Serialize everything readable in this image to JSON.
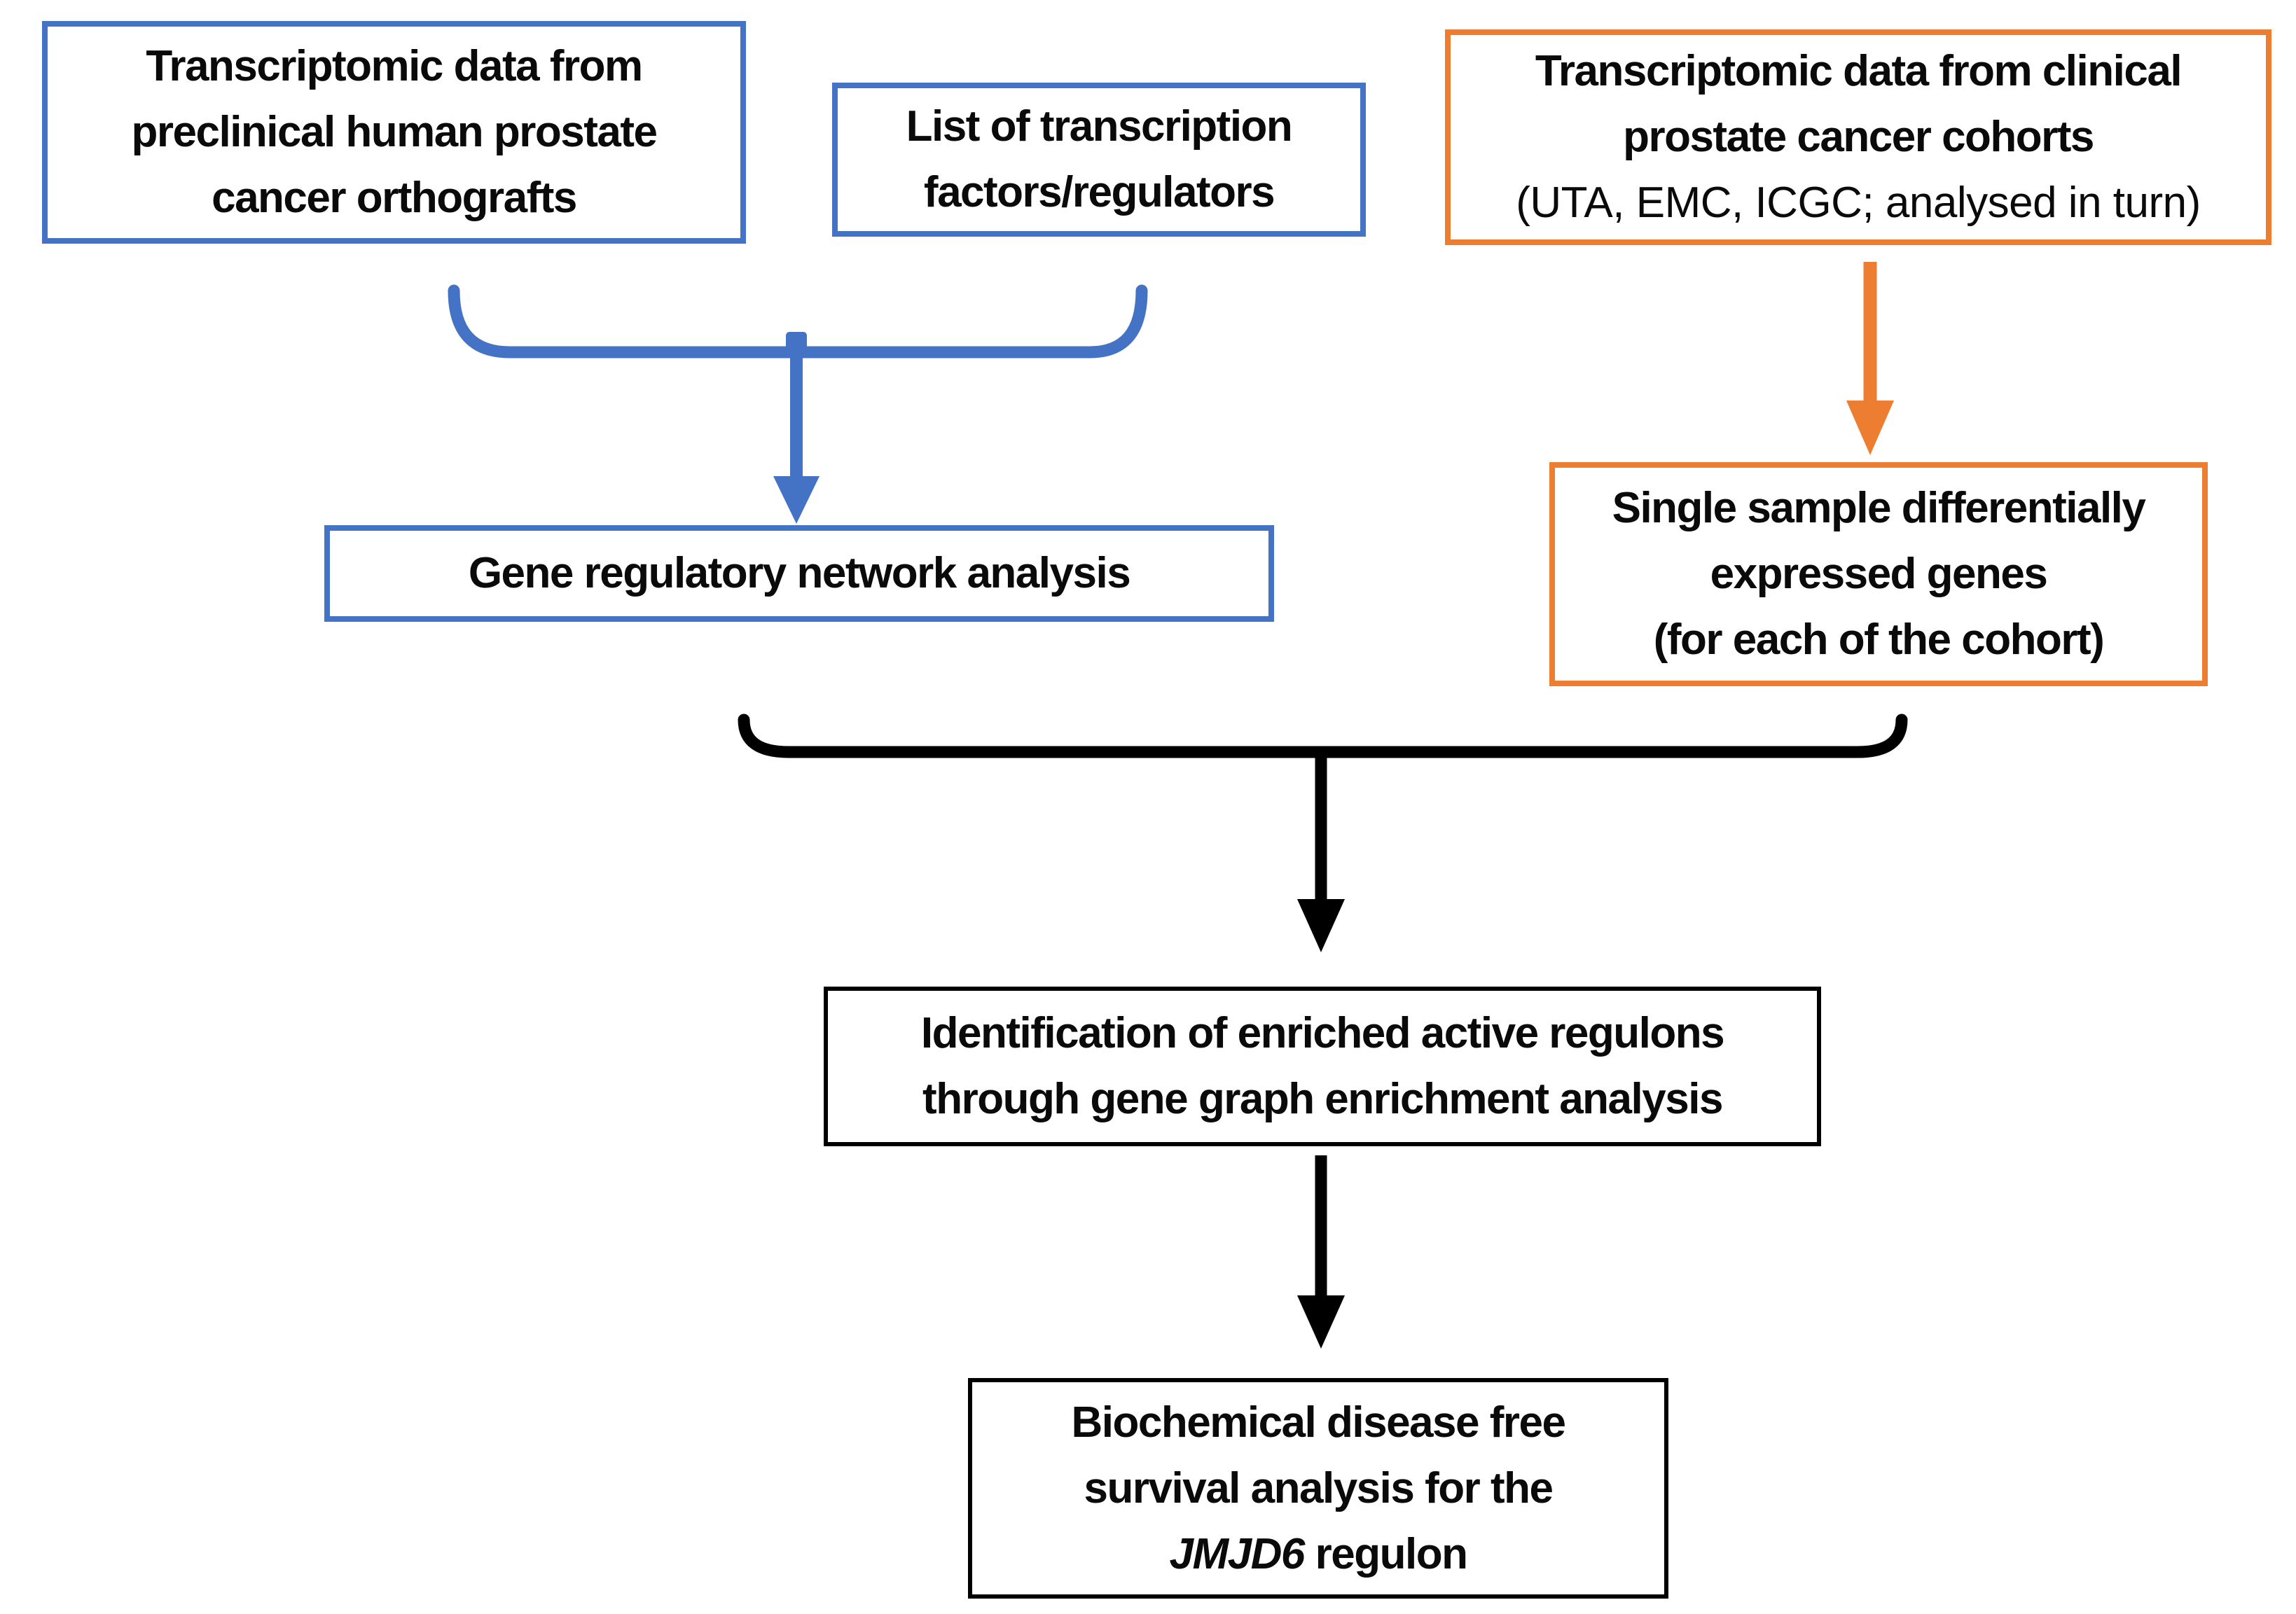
{
  "colors": {
    "blue_accent": "#4472C4",
    "orange_accent": "#ED7D31",
    "black_accent": "#000000"
  },
  "boxes": {
    "orthografts": {
      "lines": [
        "Transcriptomic data from",
        "preclinical human prostate",
        "cancer orthografts"
      ]
    },
    "tf_list": {
      "lines": [
        "List of transcription",
        "factors/regulators"
      ]
    },
    "clinical": {
      "bold_lines": [
        "Transcriptomic data from clinical",
        "prostate cancer cohorts"
      ],
      "normal_line": "(UTA, EMC, ICGC; analysed in turn)"
    },
    "grn": {
      "lines": [
        "Gene regulatory network analysis"
      ]
    },
    "ssdeg": {
      "lines": [
        "Single sample differentially",
        "expressed genes",
        "(for each of the cohort)"
      ]
    },
    "regulons": {
      "lines": [
        "Identification of enriched active regulons",
        "through gene graph enrichment analysis"
      ]
    },
    "survival": {
      "lines": [
        "Biochemical disease free",
        "survival analysis for the"
      ],
      "italic_word": "JMJD6",
      "after_italic": " regulon"
    }
  }
}
